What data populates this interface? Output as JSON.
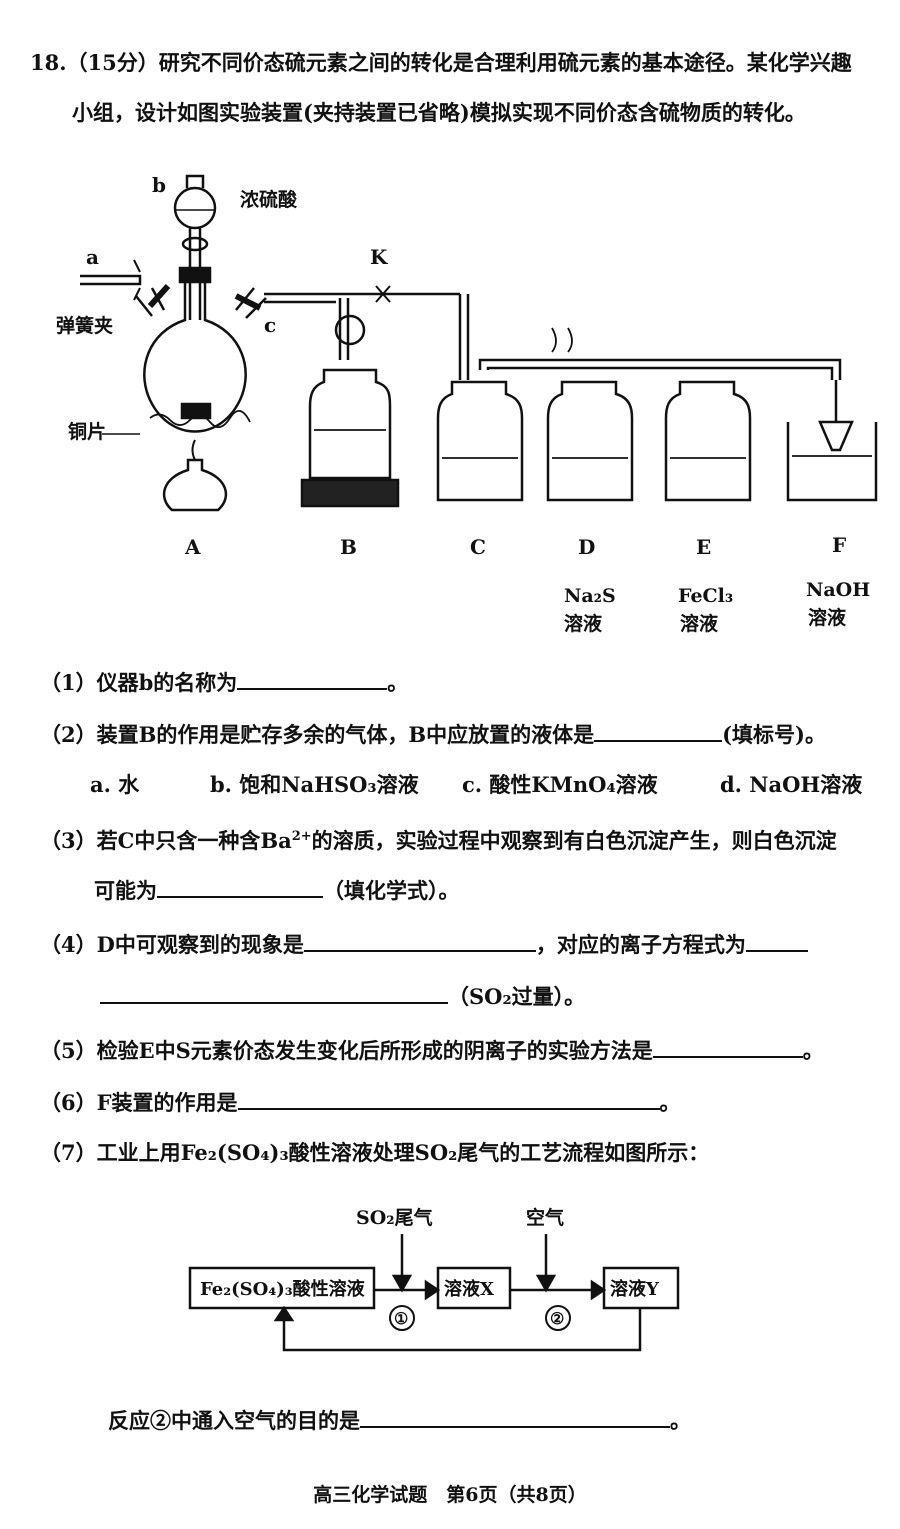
{
  "header": {
    "number": "18.",
    "points": "（15分）",
    "intro_1": "研究不同价态硫元素之间的转化是合理利用硫元素的基本途径。某化学兴趣",
    "intro_2": "小组，设计如图实验装置(夹持装置已省略)模拟实现不同价态含硫物质的转化。"
  },
  "apparatus": {
    "label_a": "a",
    "label_b": "b",
    "label_c": "c",
    "label_k": "K",
    "acid": "浓硫酸",
    "clip": "弹簧夹",
    "copper": "铜片",
    "flask_letters": [
      "A",
      "B",
      "C",
      "D",
      "E",
      "F"
    ],
    "solutions": {
      "d_formula": "Na₂S",
      "d_word": "溶液",
      "e_formula": "FeCl₃",
      "e_word": "溶液",
      "f_formula": "NaOH",
      "f_word": "溶液"
    }
  },
  "questions": {
    "q1": "（1）仪器b的名称为",
    "q1_end": "。",
    "q2": "（2）装置B的作用是贮存多余的气体，B中应放置的液体是",
    "q2_end": "(填标号)。",
    "q2_options": [
      "a. 水",
      "b. 饱和NaHSO₃溶液",
      "c. 酸性KMnO₄溶液",
      "d. NaOH溶液"
    ],
    "q3_a": "（3）若C中只含一种含Ba",
    "q3_sup": "2+",
    "q3_b": "的溶质，实验过程中观察到有白色沉淀产生，则白色沉淀",
    "q3_c": "可能为",
    "q3_end": "（填化学式）。",
    "q4_a": "（4）D中可观察到的现象是",
    "q4_b": "，对应的离子方程式为",
    "q4_end": "（SO₂过量）。",
    "q5": "（5）检验E中S元素价态发生变化后所形成的阴离子的实验方法是",
    "q5_end": "。",
    "q6": "（6）F装置的作用是",
    "q6_end": "。",
    "q7": "（7）工业上用Fe₂(SO₄)₃酸性溶液处理SO₂尾气的工艺流程如图所示：",
    "q7_last": "反应②中通入空气的目的是",
    "q7_last_end": "。"
  },
  "flowchart": {
    "box1": "Fe₂(SO₄)₃酸性溶液",
    "box2": "溶液X",
    "box3": "溶液Y",
    "input1": "SO₂尾气",
    "input2": "空气",
    "step1": "①",
    "step2": "②"
  },
  "footer": "高三化学试题　第6页（共8页）"
}
